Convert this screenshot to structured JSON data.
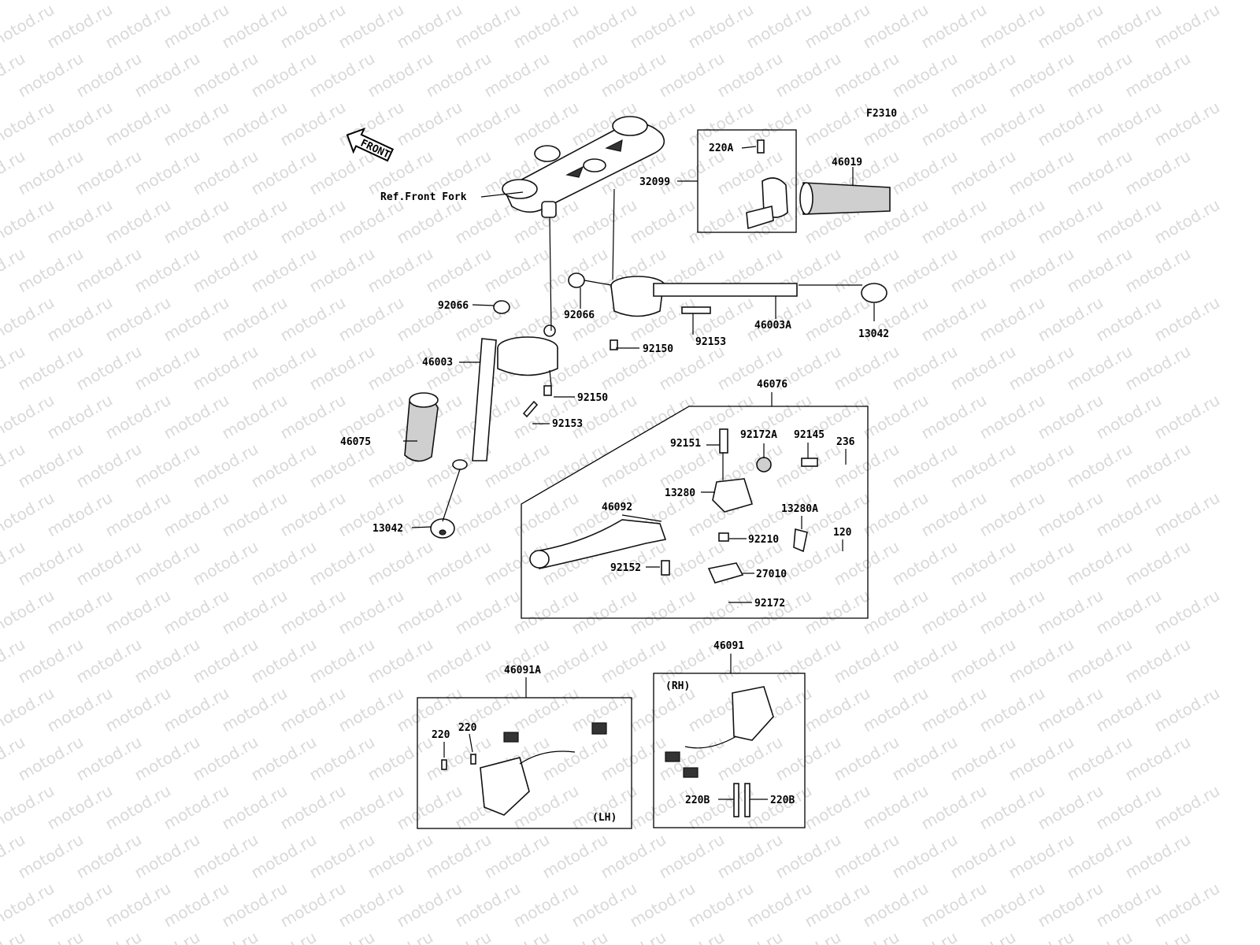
{
  "figure_code": "F2310",
  "watermark": "motod.ru",
  "front_arrow_label": "FRONT",
  "callouts": {
    "ref_front_fork": "Ref.Front Fork",
    "p220A": "220A",
    "p32099": "32099",
    "p46019": "46019",
    "p92066_left": "92066",
    "p92066_right": "92066",
    "p46003": "46003",
    "p46003A": "46003A",
    "p13042_right": "13042",
    "p92153_top": "92153",
    "p92150_top": "92150",
    "p92150_mid": "92150",
    "p92153_mid": "92153",
    "p46075": "46075",
    "p13042_left": "13042",
    "p46076": "46076",
    "p92151": "92151",
    "p92172A": "92172A",
    "p92145": "92145",
    "p236": "236",
    "p13280": "13280",
    "p13280A": "13280A",
    "p46092": "46092",
    "p92210": "92210",
    "p120": "120",
    "p92152": "92152",
    "p27010": "27010",
    "p92172": "92172",
    "p46091": "46091",
    "p46091A": "46091A",
    "p220_left": "220",
    "p220_right": "220",
    "p220B_left": "220B",
    "p220B_right": "220B",
    "rh": "(RH)",
    "lh": "(LH)"
  }
}
